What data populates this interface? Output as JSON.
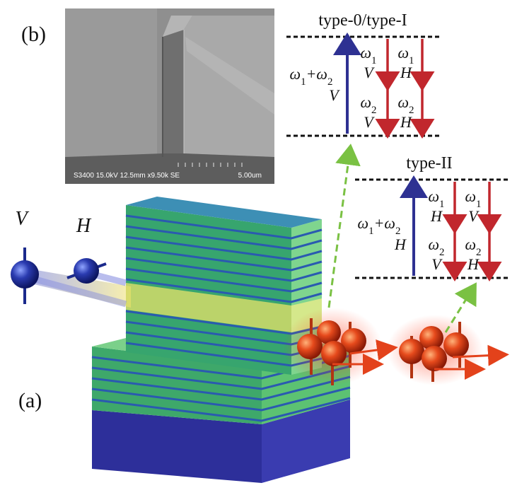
{
  "labels": {
    "panel_a": "(a)",
    "panel_b": "(b)",
    "input_pol_v": "V",
    "input_pol_h": "H"
  },
  "sem": {
    "info": "S3400 15.0kV 12.5mm x9.50k SE",
    "scale": "5.00um"
  },
  "type0": {
    "title": "type-0/type-I",
    "pump_freq": "ω1+ω2",
    "pump_pol": "V",
    "cells": [
      {
        "freq": "ω1",
        "pol": "V"
      },
      {
        "freq": "ω1",
        "pol": "H"
      },
      {
        "freq": "ω2",
        "pol": "V"
      },
      {
        "freq": "ω2",
        "pol": "H"
      }
    ]
  },
  "type2": {
    "title": "type-II",
    "pump_freq": "ω1+ω2",
    "pump_pol": "H",
    "cells": [
      {
        "freq": "ω1",
        "pol": "H"
      },
      {
        "freq": "ω1",
        "pol": "V"
      },
      {
        "freq": "ω2",
        "pol": "V"
      },
      {
        "freq": "ω2",
        "pol": "H"
      }
    ]
  },
  "colors": {
    "pump_arrow": "#2e3192",
    "down_arrow": "#c1272d",
    "green_arrow": "#7ac143",
    "photon_blue": "#1b2a8c",
    "photon_red": "#e3421b"
  }
}
